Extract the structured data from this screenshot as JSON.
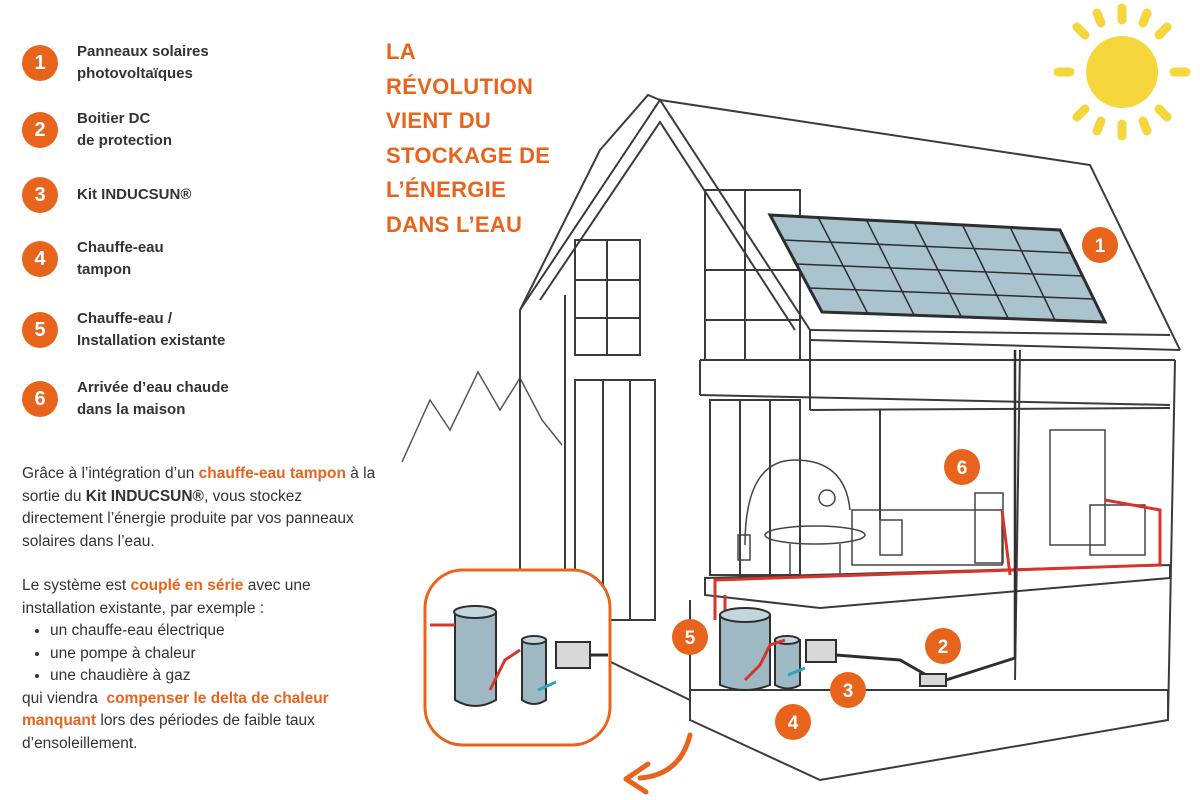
{
  "headline": "LA\nRÉVOLUTION\nVIENT DU\nSTOCKAGE DE\nL’ÉNERGIE\nDANS L’EAU",
  "legend": [
    {
      "number": "1",
      "label": "Panneaux solaires\nphotovoltaïques"
    },
    {
      "number": "2",
      "label": "Boitier DC\nde protection"
    },
    {
      "number": "3",
      "label": "Kit INDUCSUN®"
    },
    {
      "number": "4",
      "label": "Chauffe-eau\ntampon"
    },
    {
      "number": "5",
      "label": "Chauffe-eau /\nInstallation existante"
    },
    {
      "number": "6",
      "label": "Arrivée d’eau chaude\ndans la maison"
    }
  ],
  "description": {
    "p1_part1": "Grâce à l’intégration d’un ",
    "p1_highlight": "chauffe-eau tampon",
    "p1_part2": " à la sortie du ",
    "p1_bold": "Kit INDUCSUN®",
    "p1_part3": ", vous stockez directement l’énergie produite par vos panneaux solaires dans l’eau.",
    "p2_part1": "Le système est ",
    "p2_highlight": "couplé en série",
    "p2_part2": " avec une installation existante, par exemple :",
    "examples": [
      "un chauffe-eau électrique",
      "une pompe à chaleur",
      "une chaudière à gaz"
    ],
    "p3_part1": "qui viendra  ",
    "p3_highlight": "compenser le delta de chaleur manquant",
    "p3_part2": " lors des périodes de faible taux d’ensoleillement."
  },
  "diagram_markers": [
    "1",
    "2",
    "3",
    "4",
    "5",
    "6"
  ],
  "colors": {
    "accent": "#e8641c",
    "sun": "#f5d63c",
    "panel": "#a9c3cf",
    "tank": "#9fb9c4",
    "pipe_hot": "#d9342b",
    "pipe_cold": "#2aa6b8"
  }
}
